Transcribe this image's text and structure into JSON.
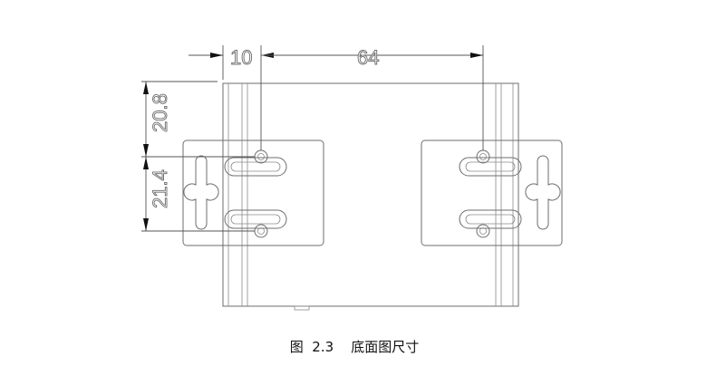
{
  "figure": {
    "caption": "图  2.3    底面图尺寸"
  },
  "dimensions": {
    "offset_top": "10",
    "hole_spacing": "64",
    "vertical_upper": "20.8",
    "vertical_lower": "21.4"
  },
  "colors": {
    "line": "#6e6e6e",
    "arrow": "#111111",
    "background": "#ffffff"
  }
}
